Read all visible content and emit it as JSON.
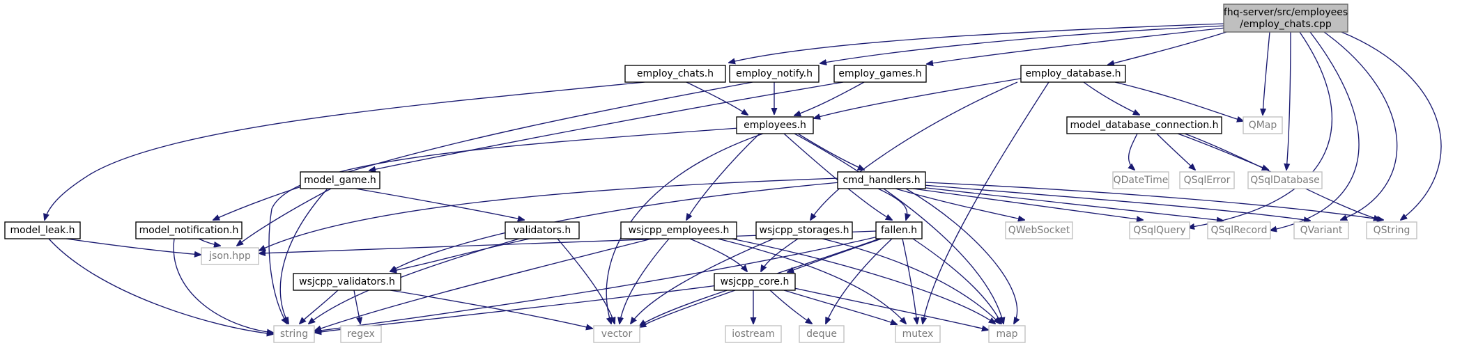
{
  "diagram": {
    "root": {
      "line1": "fhq-server/src/employees",
      "line2": "/employ_chats.cpp"
    },
    "nodes": {
      "employ_chats_h": "employ_chats.h",
      "employ_notify_h": "employ_notify.h",
      "employ_games_h": "employ_games.h",
      "employ_database_h": "employ_database.h",
      "employees_h": "employees.h",
      "qmap": "QMap",
      "model_database_connection_h": "model_database_connection.h",
      "model_game_h": "model_game.h",
      "cmd_handlers_h": "cmd_handlers.h",
      "qdatetime": "QDateTime",
      "qsqlerror": "QSqlError",
      "qsqldatabase": "QSqlDatabase",
      "model_leak_h": "model_leak.h",
      "model_notification_h": "model_notification.h",
      "validators_h": "validators.h",
      "wsjcpp_employees_h": "wsjcpp_employees.h",
      "wsjcpp_storages_h": "wsjcpp_storages.h",
      "fallen_h": "fallen.h",
      "qwebsocket": "QWebSocket",
      "qsqlquery": "QSqlQuery",
      "qsqlrecord": "QSqlRecord",
      "qvariant": "QVariant",
      "qstring": "QString",
      "json_hpp": "json.hpp",
      "wsjcpp_validators_h": "wsjcpp_validators.h",
      "wsjcpp_core_h": "wsjcpp_core.h",
      "string": "string",
      "regex": "regex",
      "vector": "vector",
      "iostream": "iostream",
      "deque": "deque",
      "mutex": "mutex",
      "map": "map"
    }
  }
}
